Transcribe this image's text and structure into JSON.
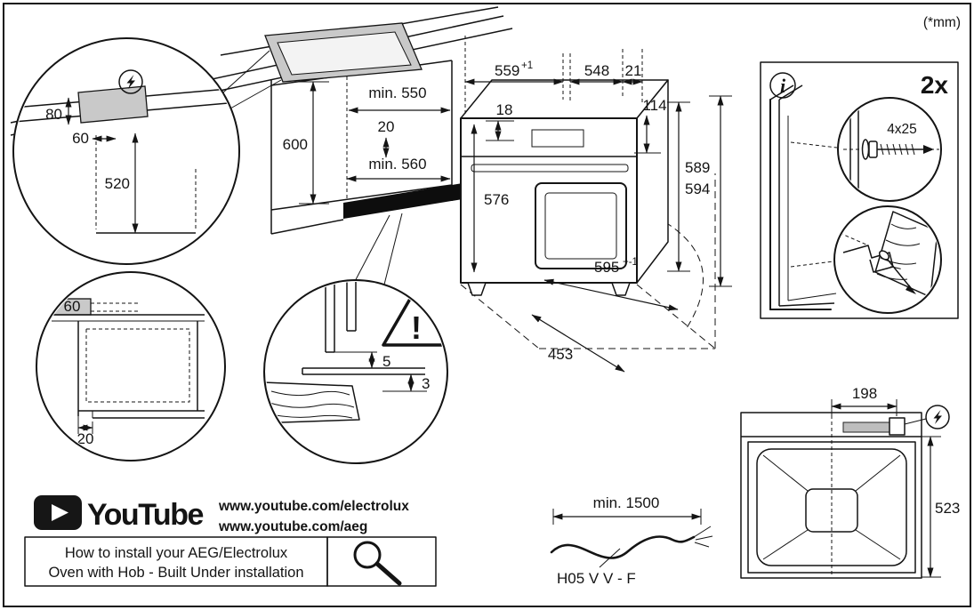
{
  "units_note": "(*mm)",
  "colors": {
    "line": "#141414",
    "shade_gray": "#c9c9c9",
    "plinth_black": "#0d0d0d",
    "brand_black": "#161616"
  },
  "icons": {
    "power": "lightning-bolt-in-circle",
    "info": "info-circle",
    "warning": "exclamation-triangle",
    "magnifier": "magnifying-glass",
    "play": "youtube-play-button"
  },
  "worktop_detail": {
    "dim_gap": "80",
    "dim_offset": "60",
    "dim_height": "520"
  },
  "cabinet": {
    "dim_height": "600",
    "dim_depth_top": "min. 550",
    "dim_shelf_gap": "20",
    "dim_depth_bottom": "min. 560"
  },
  "oven": {
    "dim_width_top": "559",
    "dim_width_top_sup": "+1",
    "dim_depth": "548",
    "dim_back_gap": "21",
    "dim_top_trim": "18",
    "dim_panel": "114",
    "dim_height_a": "589",
    "dim_height_b": "594",
    "dim_front_height": "576",
    "dim_width_bottom": "595",
    "dim_width_bottom_sup": "+-1",
    "dim_floor_depth": "453"
  },
  "hardware": {
    "info_glyph": "i",
    "quantity": "2x",
    "screw_size": "4x25"
  },
  "side_panel_detail": {
    "dim_offset": "60",
    "dim_recess": "20"
  },
  "plinth_detail": {
    "warning_glyph": "!",
    "dim_gap_top": "5",
    "dim_gap_bottom": "3"
  },
  "youtube": {
    "brand": "YouTube",
    "url_electrolux": "www.youtube.com/electrolux",
    "url_aeg": "www.youtube.com/aeg",
    "caption_line_1": "How to install your AEG/Electrolux",
    "caption_line_2": "Oven with Hob - Built Under installation"
  },
  "power_cable": {
    "dim_length": "min. 1500",
    "cable_type": "H05 V V - F"
  },
  "back_view": {
    "dim_cable_offset": "198",
    "dim_height": "523"
  }
}
